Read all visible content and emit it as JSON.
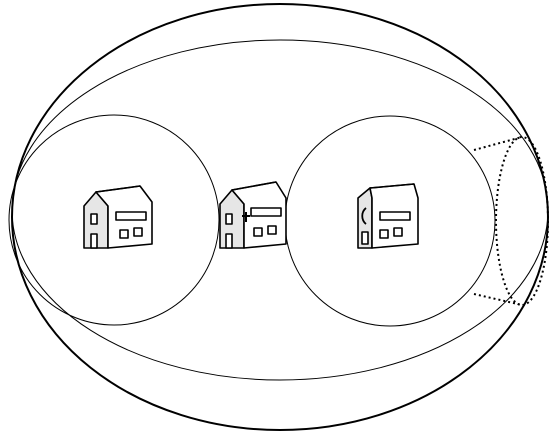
{
  "diagram": {
    "shapes": {
      "outer_region": "ellipse",
      "inner_region": "ellipse",
      "left_region": "circle",
      "right_region": "circle",
      "right_extension": "dotted-cylinder"
    },
    "icons": [
      "house-icon-left",
      "house-icon-center",
      "house-icon-right"
    ],
    "colors": {
      "stroke": "#000000",
      "background": "#ffffff",
      "house_side_fill": "#e6e6e6"
    }
  }
}
